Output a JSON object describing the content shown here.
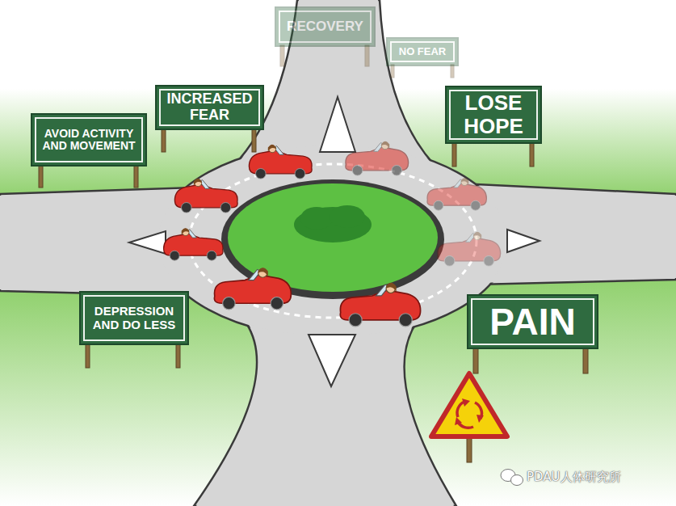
{
  "diagram": {
    "nodes": [
      {
        "text": [
          "RECOVERY"
        ]
      },
      {
        "text": [
          "NO FEAR"
        ]
      },
      {
        "text": [
          "INCREASED FEAR"
        ]
      },
      {
        "text": [
          "LOSE HOPE"
        ]
      },
      {
        "text": [
          "AVOID ACTIVITY AND MOVEMENT"
        ]
      },
      {
        "text": [
          "DEPRESSION AND DO LESS"
        ]
      },
      {
        "text": [
          "PAIN"
        ]
      }
    ],
    "labels": [
      "PDAU人体研究所"
    ]
  }
}
